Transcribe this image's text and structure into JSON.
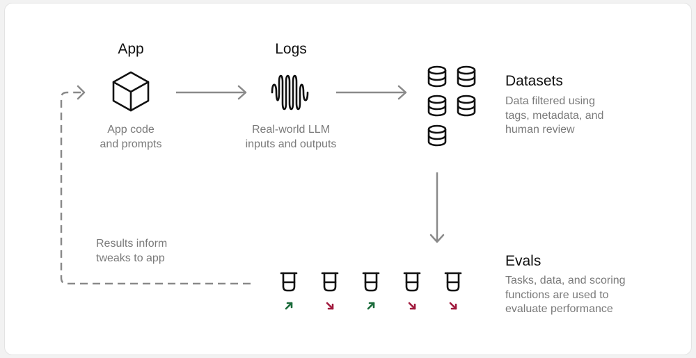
{
  "colors": {
    "stroke": "#111111",
    "connector": "#8a8a8a",
    "desc_text": "#7a7a7a",
    "trend_up": "#1a6b3a",
    "trend_down": "#a0183c"
  },
  "nodes": {
    "app": {
      "title": "App",
      "description": "App code\nand prompts",
      "icon": "cube-icon"
    },
    "logs": {
      "title": "Logs",
      "description": "Real-world LLM\ninputs and outputs",
      "icon": "waveform-icon"
    },
    "datasets": {
      "title": "Datasets",
      "description": "Data filtered using\ntags, metadata, and\nhuman review",
      "icon": "database-icon"
    },
    "evals": {
      "title": "Evals",
      "description": "Tasks, data, and scoring\nfunctions are used to\nevaluate performance",
      "icon": "beaker-icon"
    }
  },
  "feedback": {
    "label": "Results inform\ntweaks to app"
  },
  "evals_trends": [
    "up",
    "down",
    "up",
    "down",
    "down"
  ]
}
